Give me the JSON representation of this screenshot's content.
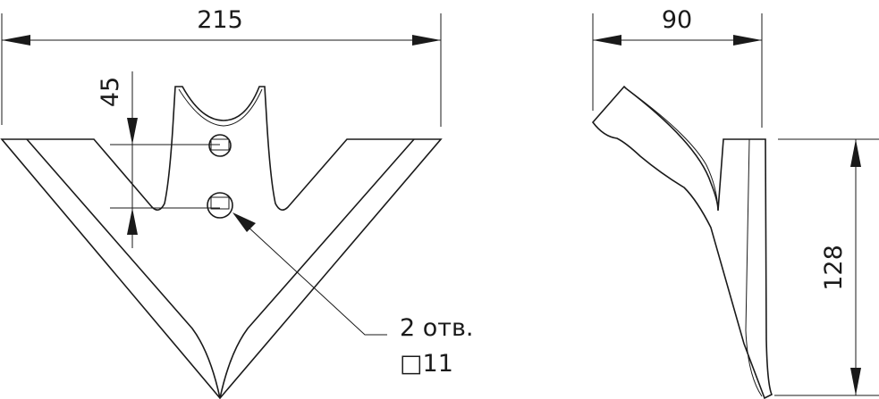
{
  "front_view": {
    "width_dim": "215",
    "hole_spacing_dim": "45",
    "hole_note_line1": "2 отв.",
    "hole_note_line2": "□11"
  },
  "side_view": {
    "depth_dim": "90",
    "height_dim": "128"
  }
}
